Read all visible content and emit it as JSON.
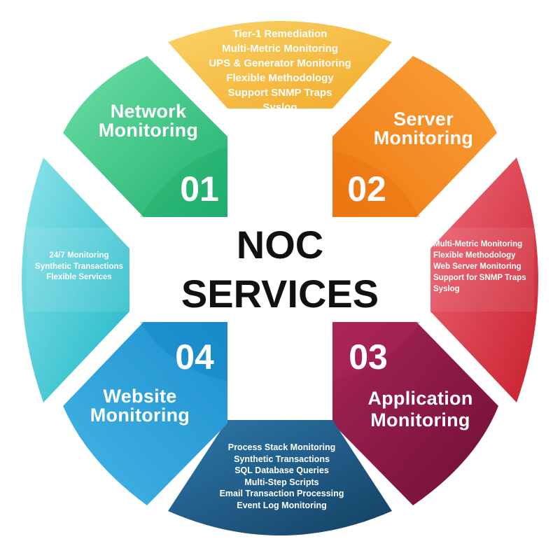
{
  "center_title": {
    "line1": "NOC",
    "line2": "SERVICES"
  },
  "modules": [
    {
      "number": "01",
      "heading_line1": "Network",
      "heading_line2": "Monitoring",
      "color": "#3cc98a"
    },
    {
      "number": "02",
      "heading_line1": "Server",
      "heading_line2": "Monitoring",
      "color": "#f68c1f"
    },
    {
      "number": "03",
      "heading_line1": "Application",
      "heading_line2": "Monitoring",
      "color": "#8e1c48"
    },
    {
      "number": "04",
      "heading_line1": "Website",
      "heading_line2": "Monitoring",
      "color": "#25a8dc"
    }
  ],
  "feature_lists": {
    "top": {
      "color": "#f6b732",
      "items": [
        "Tier-1 Remediation",
        "Multi-Metric Monitoring",
        "UPS & Generator Monitoring",
        "Flexible Methodology",
        "Support SNMP Traps",
        "Syslog"
      ]
    },
    "right": {
      "color": "#e0384f",
      "items": [
        "Multi-Metric Monitoring",
        "Flexible Methodology",
        "Web Server Monitoring",
        "Support for SNMP Traps",
        "Syslog"
      ]
    },
    "bottom": {
      "color": "#1f5f8d",
      "items": [
        "Process Stack Monitoring",
        "Synthetic Transactions",
        "SQL Database Queries",
        "Multi-Step Scripts",
        "Email Transaction Processing",
        "Event Log Monitoring"
      ]
    },
    "left": {
      "color": "#3cc7d4",
      "items": [
        "24/7 Monitoring",
        "Synthetic Transactions",
        "Flexible Services"
      ]
    }
  }
}
